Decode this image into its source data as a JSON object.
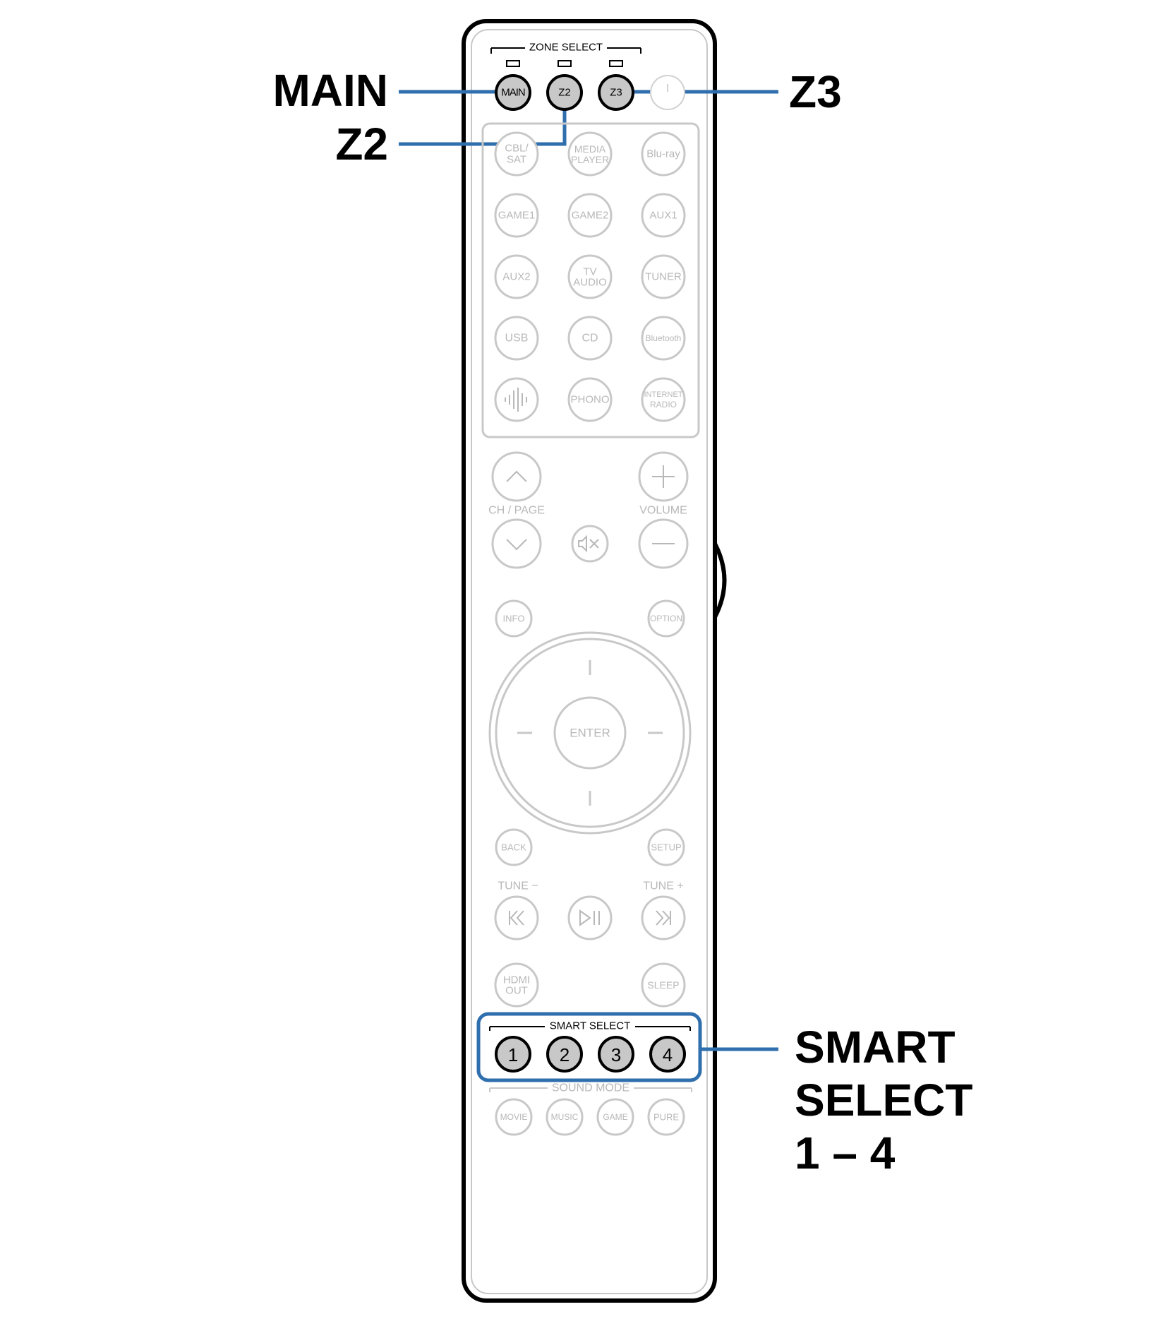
{
  "callouts": {
    "main": "MAIN",
    "z2": "Z2",
    "z3": "Z3",
    "smart_line1": "SMART",
    "smart_line2": "SELECT",
    "smart_line3": "1 – 4"
  },
  "zone_select": {
    "title": "ZONE SELECT",
    "buttons": [
      "MAIN",
      "Z2",
      "Z3"
    ]
  },
  "inputs": {
    "cbl_sat": [
      "CBL/",
      "SAT"
    ],
    "media_player": [
      "MEDIA",
      "PLAYER"
    ],
    "bluray": "Blu-ray",
    "game1": "GAME1",
    "game2": "GAME2",
    "aux1": "AUX1",
    "aux2": "AUX2",
    "tv_audio": [
      "TV",
      "AUDIO"
    ],
    "tuner": "TUNER",
    "usb": "USB",
    "cd": "CD",
    "bluetooth": "Bluetooth",
    "phono": "PHONO",
    "internet_radio": [
      "INTERNET",
      "RADIO"
    ]
  },
  "controls": {
    "ch_page": "CH / PAGE",
    "volume": "VOLUME",
    "info": "INFO",
    "option": "OPTION",
    "enter": "ENTER",
    "back": "BACK",
    "setup": "SETUP",
    "tune_minus": "TUNE −",
    "tune_plus": "TUNE +",
    "hdmi_out": [
      "HDMI",
      "OUT"
    ],
    "sleep": "SLEEP"
  },
  "smart_select": {
    "title": "SMART SELECT",
    "buttons": [
      "1",
      "2",
      "3",
      "4"
    ]
  },
  "sound_mode": {
    "title": "SOUND MODE",
    "buttons": [
      "MOVIE",
      "MUSIC",
      "GAME",
      "PURE"
    ]
  },
  "colors": {
    "highlight": "#2f6fad",
    "button_fill": "#c8c8c8",
    "faded": "#b8b8b8",
    "outline": "#000000"
  }
}
